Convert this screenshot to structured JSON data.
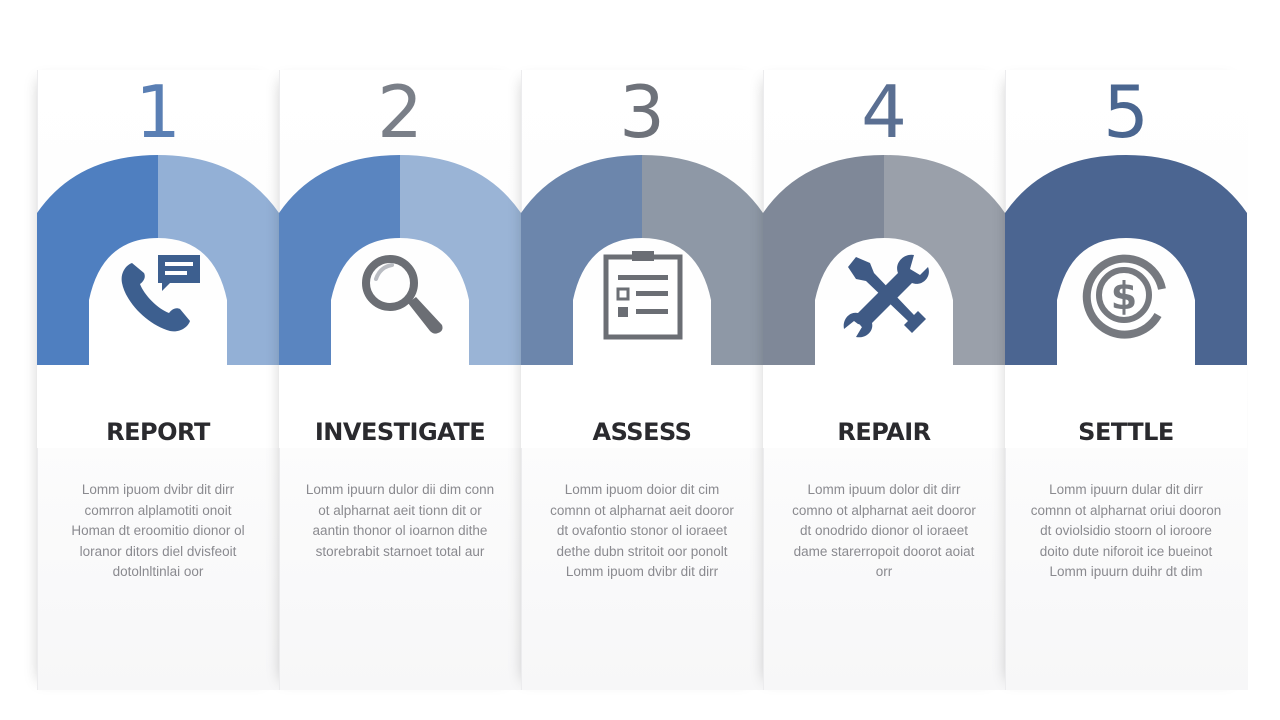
{
  "steps": [
    {
      "number": "1",
      "title": "REPORT",
      "icon": "phone-chat-icon",
      "number_color": "#5a7fb4",
      "arch_left_color": "#4f7fc0",
      "arch_right_color": "#93b0d6",
      "icon_color": "#3d5f8f",
      "body": "Lomm ipuom dvibr dit dirr comrron alplamotiti onoit Homan dt eroomitio dionor ol loranor ditors diel dvisfeoit dotolnltinlai oor"
    },
    {
      "number": "2",
      "title": "INVESTIGATE",
      "icon": "magnifier-icon",
      "number_color": "#7a7f88",
      "arch_left_color": "#5a85c0",
      "arch_right_color": "#9ab4d6",
      "icon_color": "#6b6e74",
      "body": "Lomm ipuurn dulor dii dim conn ot alpharnat aeit tionn dit or aantin thonor ol ioarnon dithe storebrabit starnoet total aur"
    },
    {
      "number": "3",
      "title": "ASSESS",
      "icon": "checklist-icon",
      "number_color": "#6e727a",
      "arch_left_color": "#6c86ac",
      "arch_right_color": "#8e98a6",
      "icon_color": "#6b6e74",
      "body": "Lomm ipuom doior dit cim comnn ot alpharnat aeit dooror dt ovafontio stonor ol ioraeet dethe dubn stritoit oor ponolt Lomm ipuom dvibr dit dirr"
    },
    {
      "number": "4",
      "title": "REPAIR",
      "icon": "tools-icon",
      "number_color": "#5a6f92",
      "arch_left_color": "#7f8898",
      "arch_right_color": "#9aa0aa",
      "icon_color": "#3f5a85",
      "body": "Lomm ipuum dolor dit dirr comno ot alpharnat aeit dooror dt onodrido dionor ol ioraeet dame starerropoit doorot aoiat orr"
    },
    {
      "number": "5",
      "title": "SETTLE",
      "icon": "dollar-coin-icon",
      "number_color": "#4a6690",
      "arch_left_color": "#4b6591",
      "arch_right_color": "#4b6591",
      "icon_color": "#76797f",
      "body": "Lomm ipuurn dular dit dirr comnn ot alpharnat oriui dooron dt oviolsidio stoorn ol ioroore doito dute niforoit ice bueinot Lomm ipuurn duihr dt dim"
    }
  ]
}
